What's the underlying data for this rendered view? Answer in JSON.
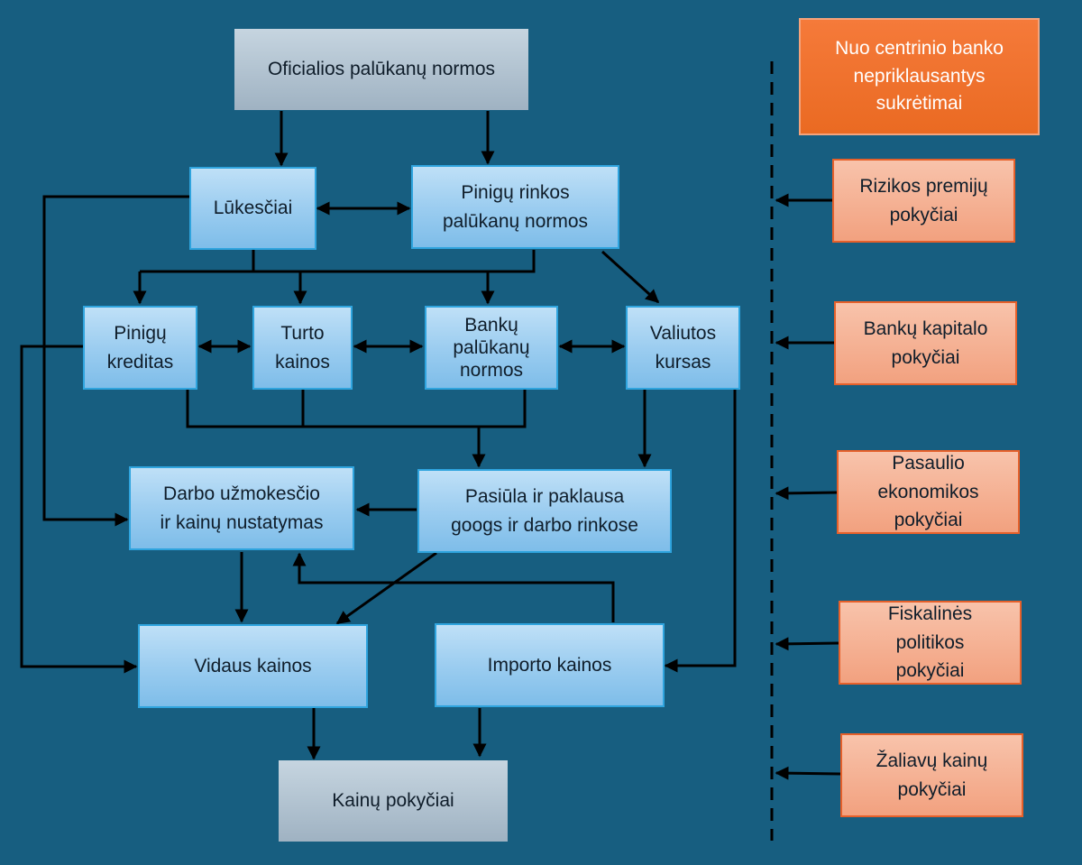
{
  "colors": {
    "background": "#175e80",
    "blue_box": "#9ccdf0",
    "grey_box": "#a9bccb",
    "salmon_box": "#f4ab8c",
    "orange_box": "#ef6f28",
    "line": "#000000"
  },
  "nodes": {
    "official_rates": "Oficialios palūkanų normos",
    "expectations": "Lūkesčiai",
    "money_market_rates": "Pinigų rinkos\npalūkanų normos",
    "money_credit": "Pinigų\nkreditas",
    "asset_prices": "Turto\nkainos",
    "bank_rates": "Bankų\npalūkanų\nnormos",
    "exchange_rate": "Valiutos\nkursas",
    "wage_price_setting": "Darbo užmokesčio\nir kainų nustatymas",
    "supply_demand": "Pasiūla ir paklausa\ngoogs ir darbo rinkose",
    "domestic_prices": "Vidaus kainos",
    "import_prices": "Importo kainos",
    "price_changes": "Kainų pokyčiai"
  },
  "shocks": {
    "header": "Nuo centrinio banko\nnepriklausantys\nsukrėtimai",
    "items": [
      "Rizikos premijų\npokyčiai",
      "Bankų kapitalo\npokyčiai",
      "Pasaulio\nekonomikos\npokyčiai",
      "Fiskalinės\npolitikos\npokyčiai",
      "Žaliavų kainų\npokyčiai"
    ]
  }
}
